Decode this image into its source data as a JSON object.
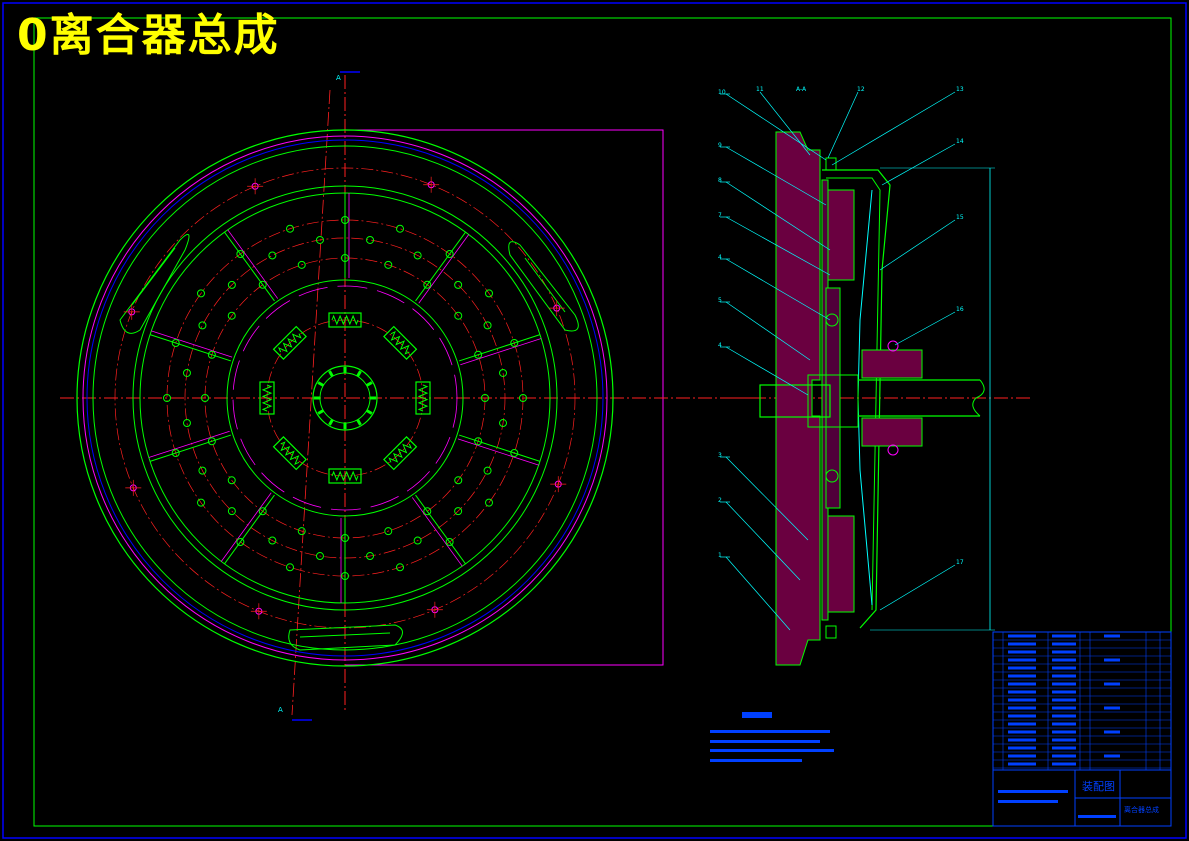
{
  "drawing": {
    "title": "0离合器总成",
    "section_label": "A-A",
    "cut_marker": "A",
    "callouts": [
      "1",
      "2",
      "3",
      "4",
      "5",
      "4",
      "7",
      "8",
      "9",
      "10",
      "11",
      "12",
      "13",
      "14",
      "15",
      "16",
      "17"
    ],
    "title_block": {
      "drawing_name": "装配图",
      "drawing_type": "离合器总成"
    }
  },
  "colors": {
    "background": "#000000",
    "outline": "#00ff00",
    "centerline": "#ff2020",
    "section_hatch": "#ff00ff",
    "annotation": "#00ffff",
    "text": "#0040ff",
    "title": "#ffff00",
    "border": "#0000ff"
  }
}
